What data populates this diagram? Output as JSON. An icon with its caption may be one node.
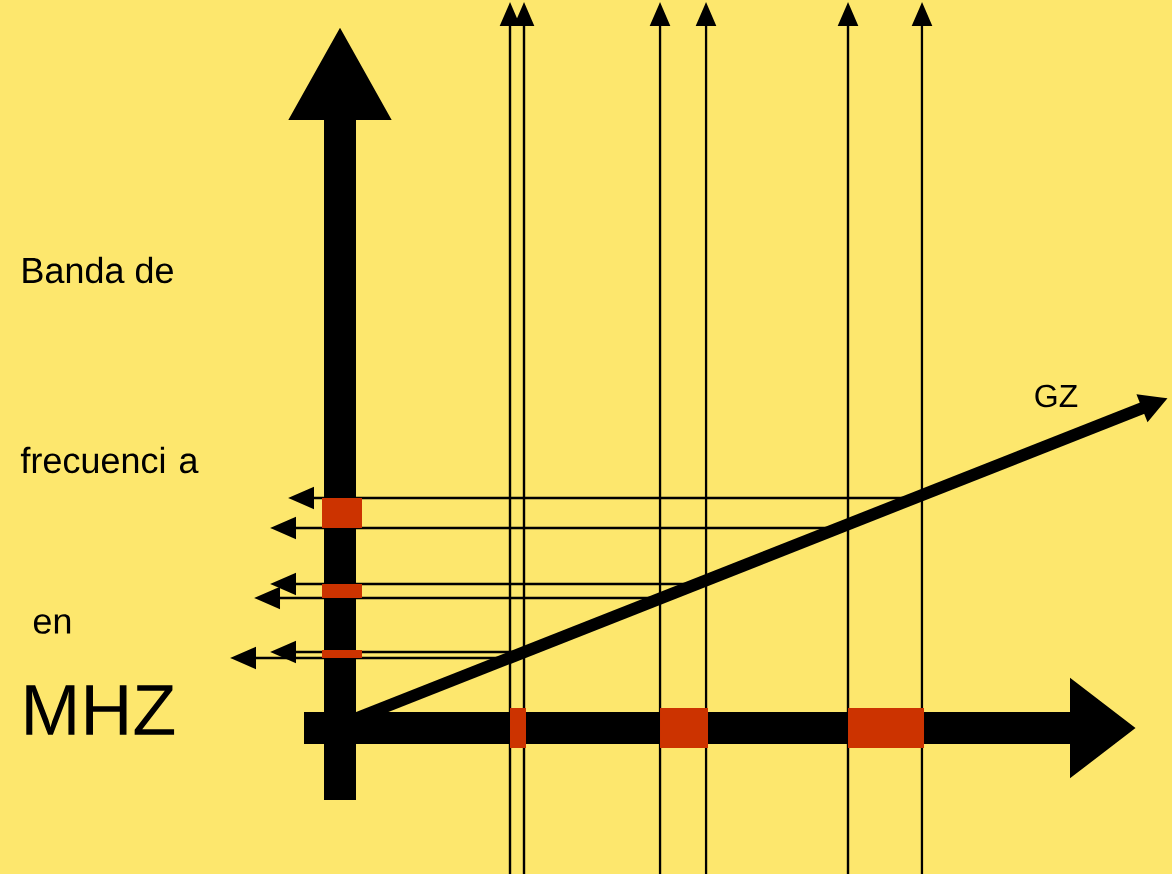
{
  "diagram": {
    "labels": [
      "Banda de",
      "frecuenci a",
      "en",
      "MHZ",
      "GZ"
    ]
  }
}
